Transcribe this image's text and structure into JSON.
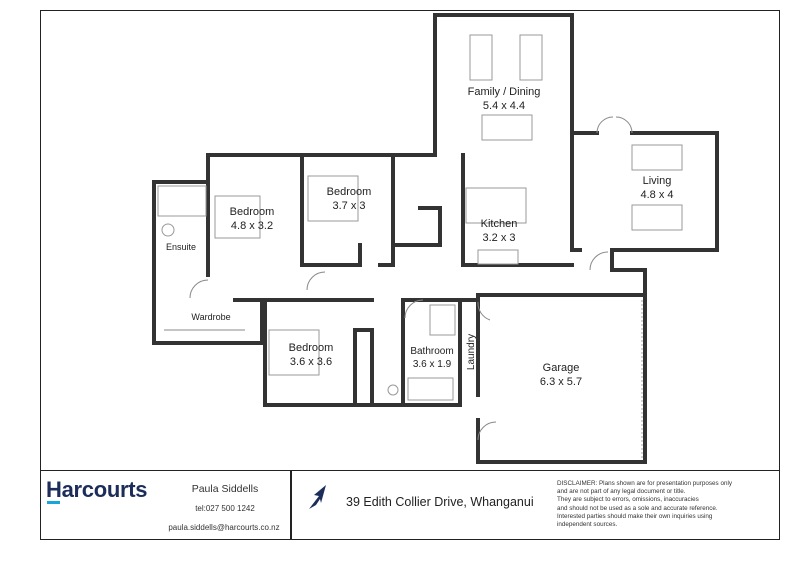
{
  "rooms": {
    "family_dining": {
      "name": "Family / Dining",
      "size": "5.4 x 4.4"
    },
    "living": {
      "name": "Living",
      "size": "4.8 x 4"
    },
    "kitchen": {
      "name": "Kitchen",
      "size": "3.2 x 3"
    },
    "bedroom_master": {
      "name": "Bedroom",
      "size": "4.8 x 3.2"
    },
    "bedroom_2": {
      "name": "Bedroom",
      "size": "3.7 x 3"
    },
    "bedroom_3": {
      "name": "Bedroom",
      "size": "3.6 x 3.6"
    },
    "ensuite": {
      "name": "Ensuite"
    },
    "wardrobe": {
      "name": "Wardrobe"
    },
    "bathroom": {
      "name": "Bathroom",
      "size": "3.6 x 1.9"
    },
    "laundry": {
      "name": "Laundry"
    },
    "garage": {
      "name": "Garage",
      "size": "6.3 x 5.7"
    }
  },
  "footer": {
    "brand": "Harcourts",
    "brand_colors": {
      "text": "#1c2d5a",
      "accent": "#18a5dc"
    },
    "agent_name": "Paula Siddells",
    "agent_phone": "tel:027 500 1242",
    "agent_email": "paula.siddells@harcourts.co.nz",
    "north_icon": "north-arrow-icon",
    "address": "39 Edith Collier Drive, Whanganui",
    "disclaimer": [
      "DISCLAIMER:  Plans shown are for presentation purposes only",
      "and are not part of any legal document or title.",
      "They are subject to errors, omissions, inaccuracies",
      "and should not be used as a sole and accurate reference.",
      "Interested parties should make their own inquiries using",
      "independent sources."
    ]
  }
}
